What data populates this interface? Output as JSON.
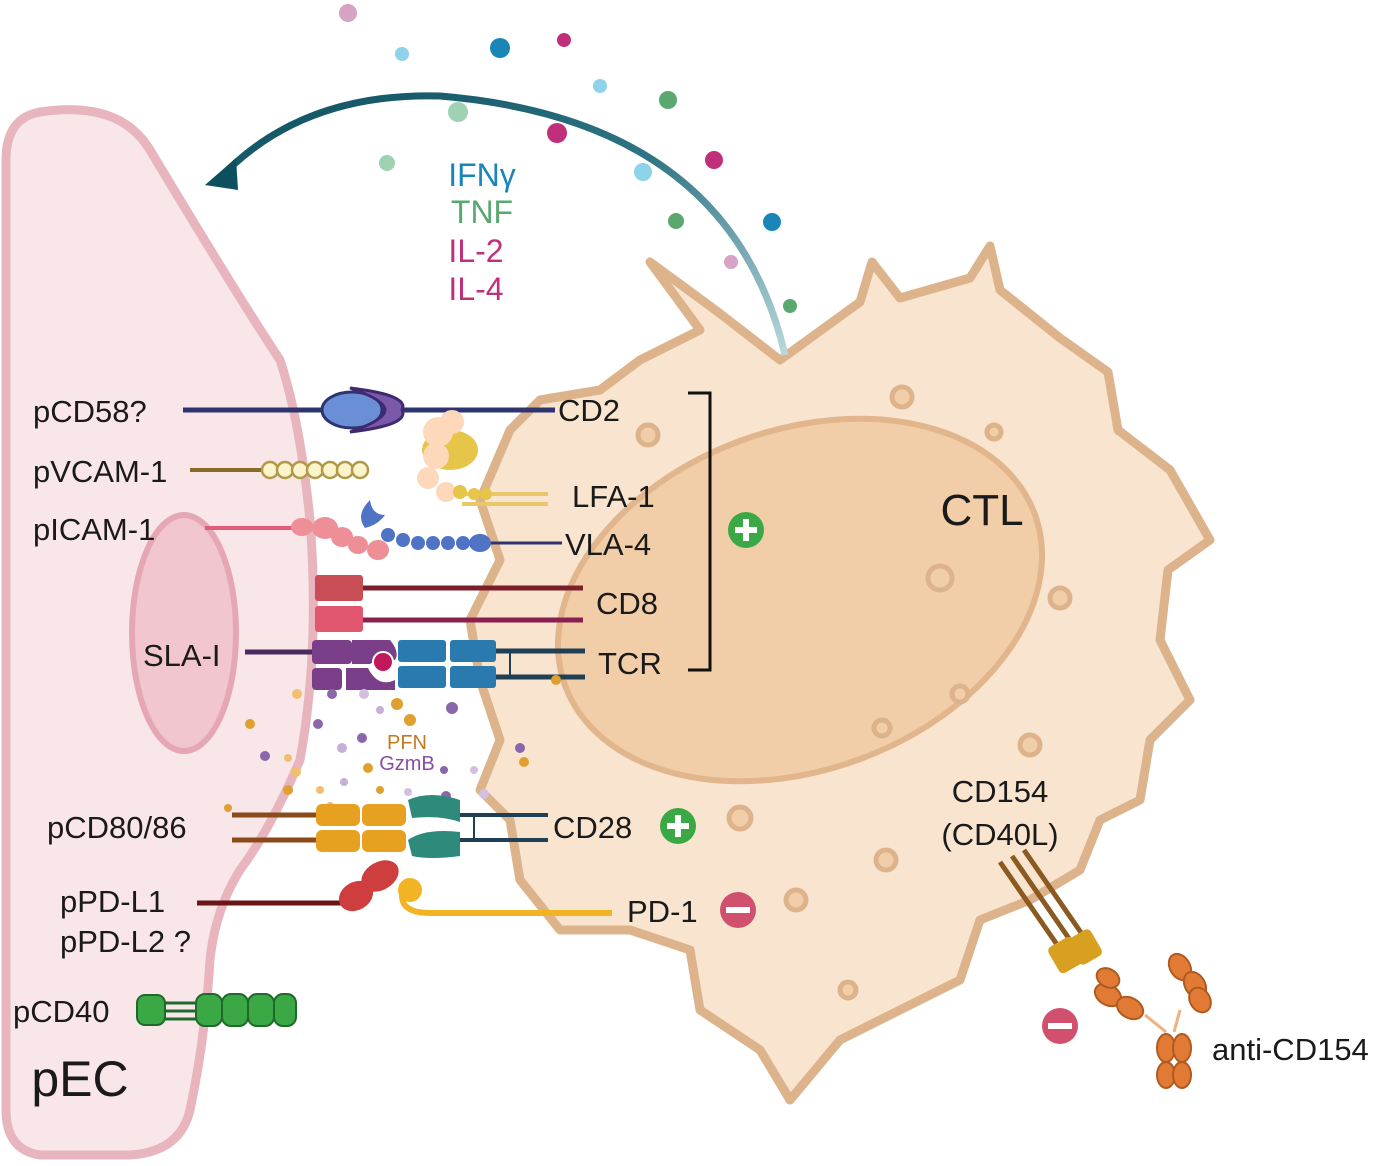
{
  "cells": {
    "endothelial": "pEC",
    "t_cell": "CTL"
  },
  "cytokines": [
    {
      "label": "IFNγ",
      "color": "#1a86b8"
    },
    {
      "label": "TNF",
      "color": "#5aa870"
    },
    {
      "label": "IL-2",
      "color": "#c0307a"
    },
    {
      "label": "IL-4",
      "color": "#c0307a"
    }
  ],
  "ligands": {
    "cd58": "pCD58?",
    "vcam1": "pVCAM-1",
    "icam1": "pICAM-1",
    "sla1": "SLA-I",
    "cd80_86": "pCD80/86",
    "pdl1": "pPD-L1",
    "pdl2": "pPD-L2 ?",
    "cd40": "pCD40"
  },
  "receptors": {
    "cd2": "CD2",
    "lfa1": "LFA-1",
    "vla4": "VLA-4",
    "cd8": "CD8",
    "tcr": "TCR",
    "cd28": "CD28",
    "pd1": "PD-1",
    "cd154_line1": "CD154",
    "cd154_line2": "(CD40L)",
    "antibody": "anti-CD154"
  },
  "granules": {
    "pfn": "PFN",
    "gzmb": "GzmB"
  },
  "signs": {
    "stimulatory_color": "#3aa845",
    "inhibitory_color": "#d0506e"
  }
}
